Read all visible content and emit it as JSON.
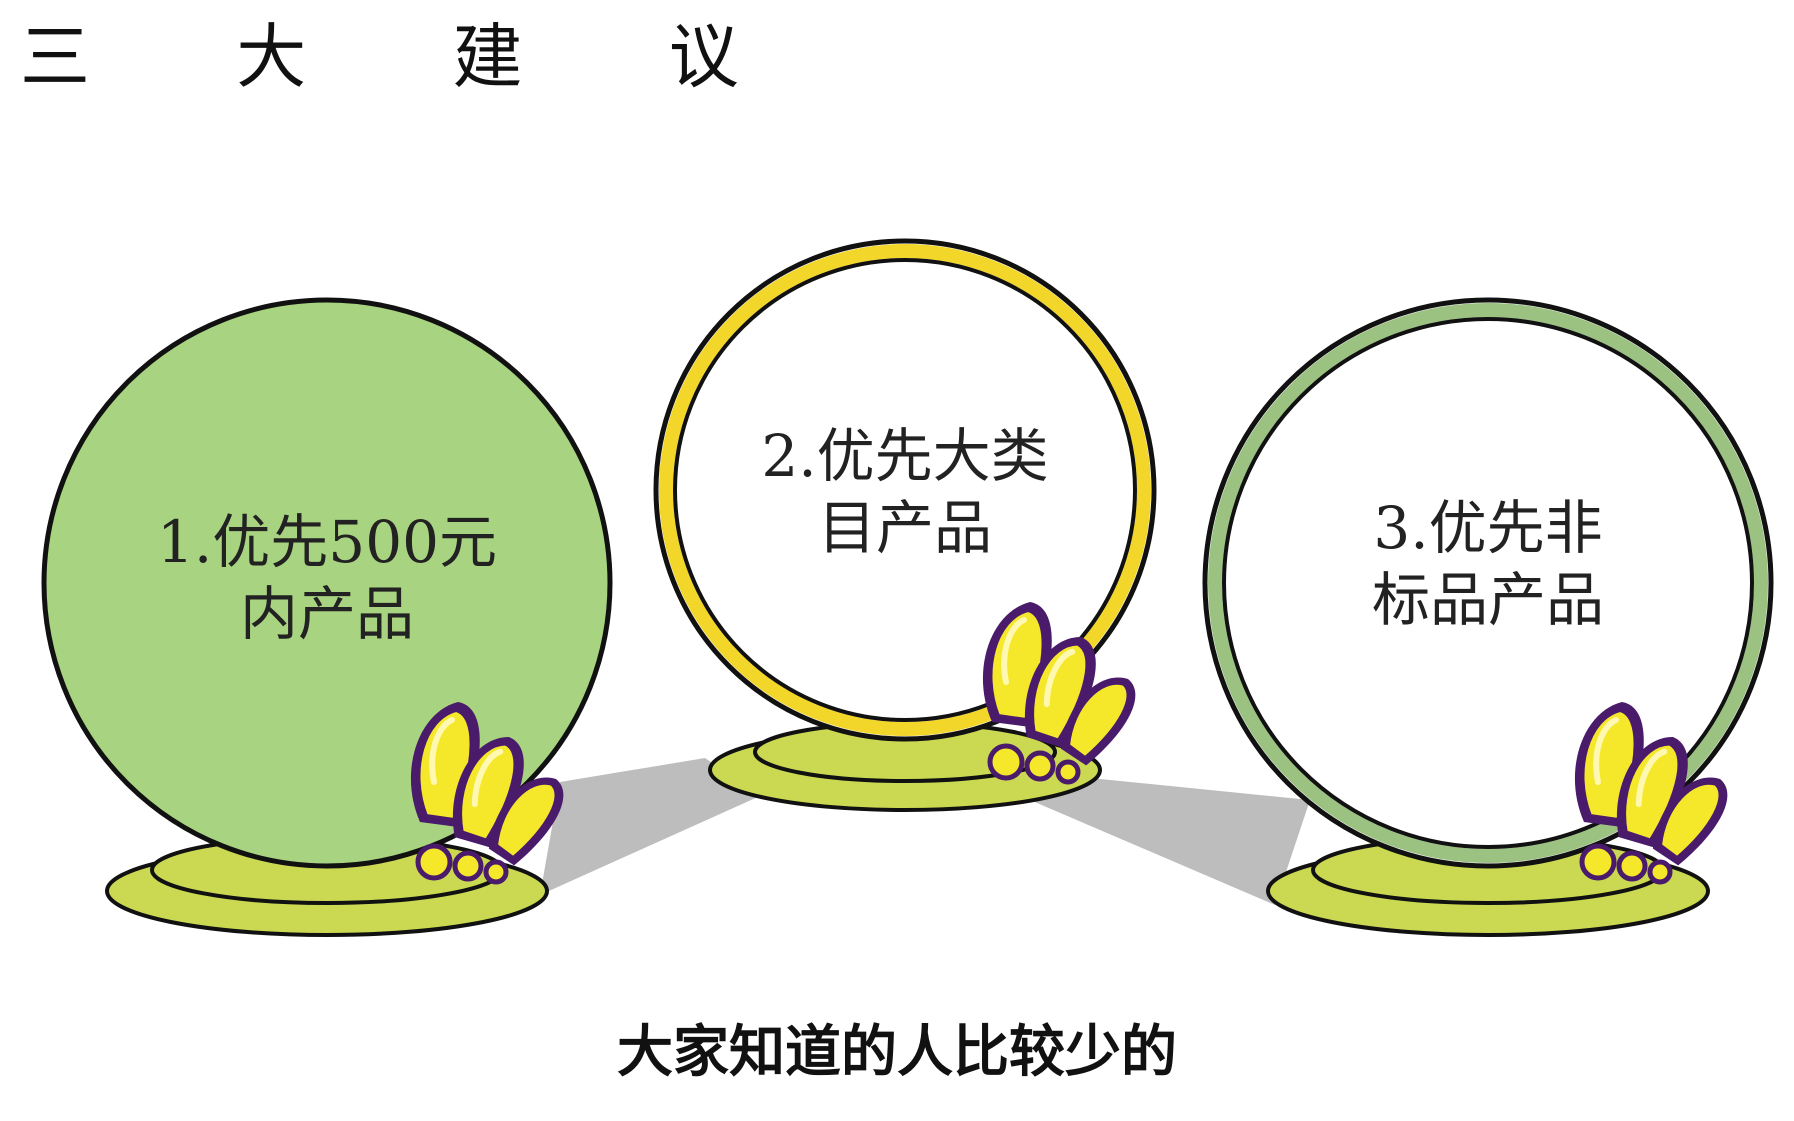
{
  "title": "三 大 建 议",
  "subtitle": "大家知道的人比较少的",
  "colors": {
    "circle1_fill": "#a8d380",
    "circle2_ring": "#f3d62a",
    "circle3_ring": "#9bc281",
    "base_fill": "#cbd852",
    "connector": "#bdbdbd",
    "drop_fill": "#f5e82a",
    "drop_outline": "#4a1a6b"
  },
  "recommendations": [
    {
      "line1": "1.优先500元",
      "line2": "内产品",
      "icon": "exclamation-drops-icon"
    },
    {
      "line1": "2.优先大类",
      "line2": "目产品",
      "icon": "exclamation-drops-icon"
    },
    {
      "line1": "3.优先非",
      "line2": "标品产品",
      "icon": "exclamation-drops-icon"
    }
  ]
}
